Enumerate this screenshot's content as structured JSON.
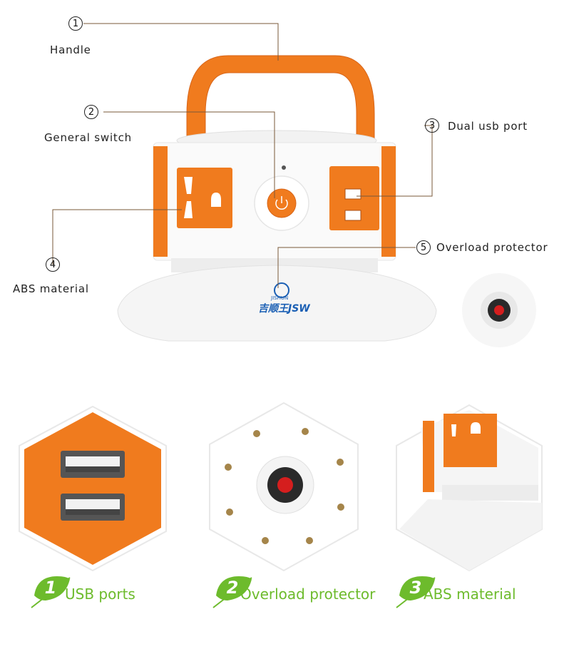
{
  "callouts": [
    {
      "num": "1",
      "label": "Handle"
    },
    {
      "num": "2",
      "label": "General switch"
    },
    {
      "num": "3",
      "label": "Dual usb port"
    },
    {
      "num": "4",
      "label": "ABS material"
    },
    {
      "num": "5",
      "label": "Overload protector"
    }
  ],
  "brand": {
    "text": "吉顺王JSW",
    "small": "JISHUN"
  },
  "features": [
    {
      "num": "1",
      "label": "USB ports"
    },
    {
      "num": "2",
      "label": "Overload protector"
    },
    {
      "num": "3",
      "label": "ABS material"
    }
  ],
  "colors": {
    "orange": "#f07b1e",
    "green": "#6dbb2c",
    "white": "#ffffff",
    "leader": "#7a5a3a"
  }
}
